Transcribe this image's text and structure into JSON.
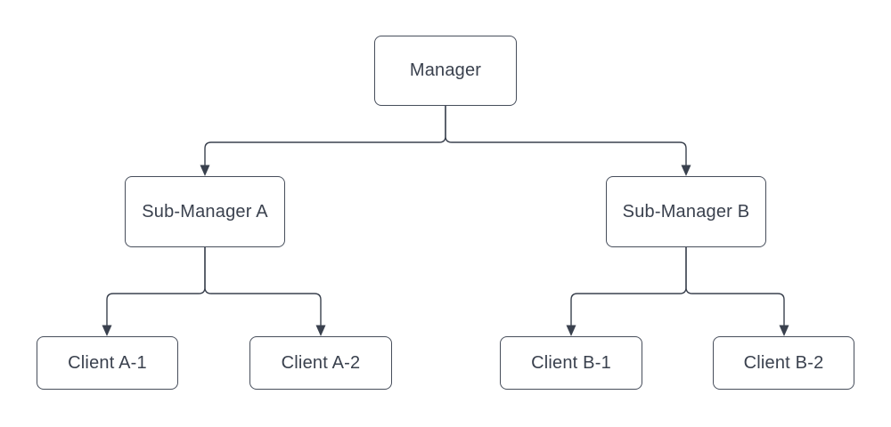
{
  "diagram": {
    "type": "org-chart",
    "background_color": "#ffffff",
    "node_fill_color": "#ffffff",
    "node_border_color": "#474e5b",
    "line_color": "#3a414e",
    "text_color": "#3a414e",
    "nodes": [
      {
        "id": "manager",
        "label": "Manager",
        "level": 1
      },
      {
        "id": "sub-a",
        "label": "Sub-Manager A",
        "level": 2
      },
      {
        "id": "sub-b",
        "label": "Sub-Manager B",
        "level": 2
      },
      {
        "id": "client-a1",
        "label": "Client A-1",
        "level": 3
      },
      {
        "id": "client-a2",
        "label": "Client A-2",
        "level": 3
      },
      {
        "id": "client-b1",
        "label": "Client B-1",
        "level": 3
      },
      {
        "id": "client-b2",
        "label": "Client B-2",
        "level": 3
      }
    ],
    "edges": [
      {
        "from": "manager",
        "to": "sub-a",
        "arrow": "filled-triangle"
      },
      {
        "from": "manager",
        "to": "sub-b",
        "arrow": "filled-triangle"
      },
      {
        "from": "sub-a",
        "to": "client-a1",
        "arrow": "filled-triangle"
      },
      {
        "from": "sub-a",
        "to": "client-a2",
        "arrow": "filled-triangle"
      },
      {
        "from": "sub-b",
        "to": "client-b1",
        "arrow": "filled-triangle"
      },
      {
        "from": "sub-b",
        "to": "client-b2",
        "arrow": "filled-triangle"
      }
    ]
  }
}
